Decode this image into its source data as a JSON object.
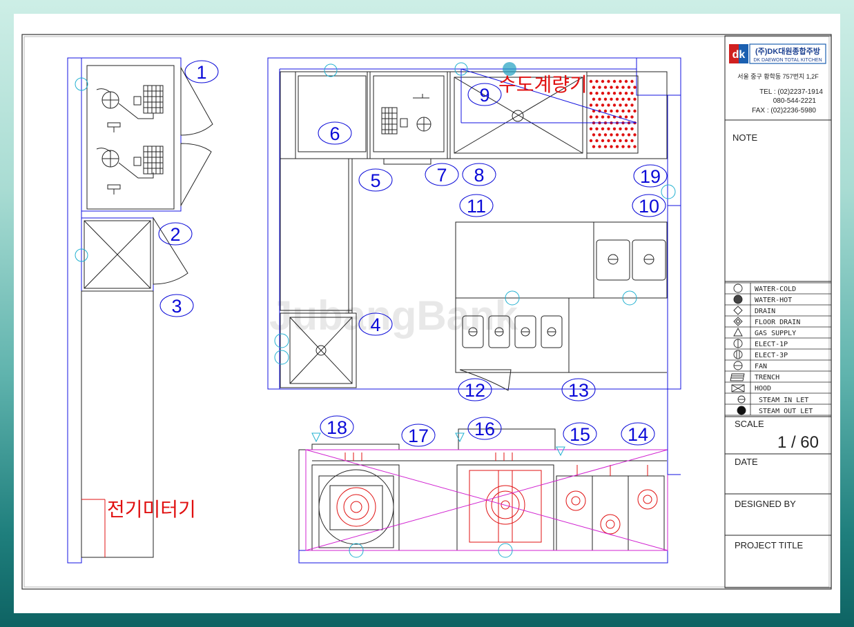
{
  "company": {
    "logo_mark": "dk",
    "name": "(주)DK대원종합주방",
    "name_en": "DK DAEWON TOTAL KITCHEN",
    "address": "서울 중구 황학동 757번지 1,2F",
    "tel": "TEL : (02)2237-1914",
    "mobile": "080-544-2221",
    "fax": "FAX : (02)2236-5980"
  },
  "title_block": {
    "note_label": "NOTE",
    "scale_label": "SCALE",
    "scale_value": "1 / 60",
    "date_label": "DATE",
    "designed_by_label": "DESIGNED BY",
    "project_title_label": "PROJECT TITLE"
  },
  "legend": [
    {
      "symbol": "water-cold",
      "label": "WATER-COLD"
    },
    {
      "symbol": "water-hot",
      "label": "WATER-HOT"
    },
    {
      "symbol": "drain",
      "label": "DRAIN"
    },
    {
      "symbol": "floor-drain",
      "label": "FLOOR DRAIN"
    },
    {
      "symbol": "gas-supply",
      "label": "GAS SUPPLY"
    },
    {
      "symbol": "elect-1p",
      "label": "ELECT-1P"
    },
    {
      "symbol": "elect-3p",
      "label": "ELECT-3P"
    },
    {
      "symbol": "fan",
      "label": "FAN"
    },
    {
      "symbol": "trench",
      "label": "TRENCH"
    },
    {
      "symbol": "hood",
      "label": "HOOD"
    },
    {
      "symbol": "steam-inlet",
      "label": "STEAM IN LET"
    },
    {
      "symbol": "steam-outlet",
      "label": "STEAM OUT LET"
    }
  ],
  "plan": {
    "labels": {
      "water_meter": "수도계량기",
      "electric_meter": "전기미터기"
    },
    "watermark": "JubangBank",
    "equipment_numbers": [
      "1",
      "2",
      "3",
      "4",
      "5",
      "6",
      "7",
      "8",
      "9",
      "10",
      "11",
      "12",
      "13",
      "14",
      "15",
      "16",
      "17",
      "18",
      "19"
    ]
  },
  "colors": {
    "blueprint_blue": "#1010e0",
    "label_blue": "#0a0ad8",
    "red": "#e01010",
    "hood_magenta": "#d020d0",
    "cyan": "#20b0d0"
  }
}
